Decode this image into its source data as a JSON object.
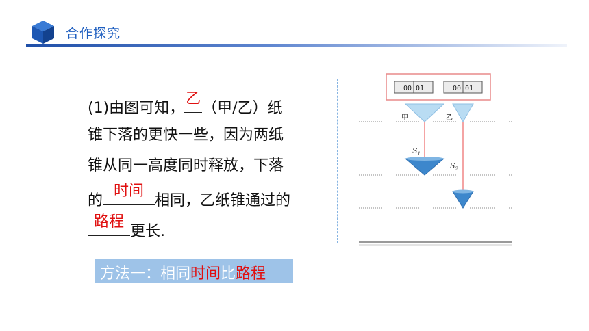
{
  "header": {
    "title": "合作探究",
    "icon": "cube-icon"
  },
  "question": {
    "line1_prefix": "(1)由图可知，",
    "line1_answer": "乙",
    "line1_suffix": "（甲/乙）纸",
    "line2": "锥下落的更快一些，因为两纸",
    "line3": "锥从同一高度同时释放，下落",
    "line4_prefix": "的",
    "line4_answer": "时间",
    "line4_suffix": "相同，乙纸锥通过的",
    "line5_answer": "路程",
    "line5_suffix": "更长."
  },
  "method": {
    "prefix": "方法一：相同",
    "highlight1": "时间",
    "mid": "比",
    "highlight2": "路程"
  },
  "diagram": {
    "timer_left": "00 01",
    "timer_right": "00 01",
    "label_jia": "甲",
    "label_yi": "乙",
    "label_s1": "S1",
    "label_s2": "S2"
  },
  "colors": {
    "accent": "#1f5fc0",
    "answer": "#e01010",
    "method_bg": "#9ec3e8",
    "box_border": "#86b4e2"
  }
}
